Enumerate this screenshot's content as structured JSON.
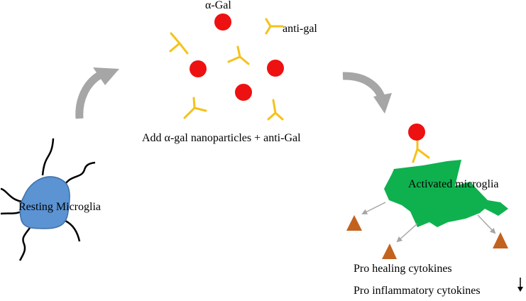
{
  "labels": {
    "alpha_gal": "α-Gal",
    "anti_gal": "anti-gal",
    "add_step": "Add α-gal nanoparticles + anti-Gal",
    "resting": "Resting Microglia",
    "activated": "Activated microglia",
    "pro_healing": "Pro healing cytokines",
    "pro_inflammatory": "Pro inflammatory cytokines"
  },
  "colors": {
    "alpha_gal": "#ee1111",
    "antibody": "#f5c21b",
    "resting_cell": "#5b93d3",
    "resting_outline": "#3d6fa8",
    "activated_cell": "#0fb14f",
    "cytokine": "#c2621f",
    "process_arrow": "#a6a6a6",
    "cytokine_arrow": "#a6a6a6"
  }
}
